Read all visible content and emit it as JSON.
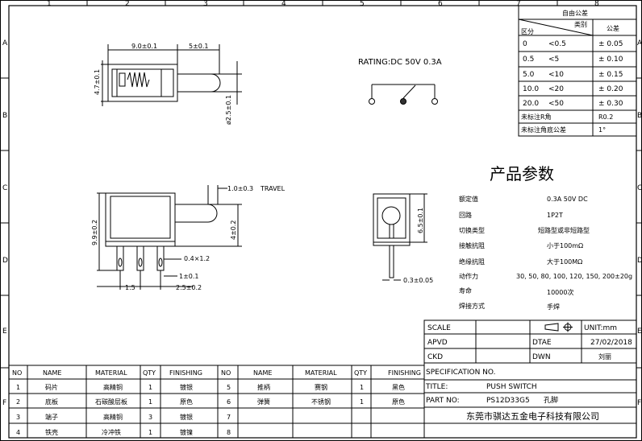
{
  "frame": {
    "cols": [
      "1",
      "2",
      "3",
      "4",
      "5",
      "6",
      "7",
      "8"
    ],
    "rows": [
      "A",
      "B",
      "C",
      "D",
      "E",
      "F"
    ]
  },
  "rating": "RATING:DC  50V  0.3A",
  "dims": {
    "d90": "9.0±0.1",
    "d50": "5±0.1",
    "d47": "4.7±0.1",
    "d25": "ø2.5±0.1",
    "d10": "1.0±0.3",
    "travel": "TRAVEL",
    "d99": "9.9±0.2",
    "d40": "4±0.2",
    "d04": "0.4×1.2",
    "d1": "1±0.1",
    "d15": "1.5",
    "d25b": "2.5±0.2",
    "d65": "6.5±0.1",
    "d03": "0.3±0.05"
  },
  "tolerance": {
    "title": "自由公差",
    "hdr_type": "类别",
    "hdr_range": "区分",
    "hdr_tol": "公差",
    "rows": [
      [
        "0",
        "<0.5",
        "± 0.05"
      ],
      [
        "0.5",
        "<5",
        "± 0.10"
      ],
      [
        "5.0",
        "<10",
        "± 0.15"
      ],
      [
        "10.0",
        "<20",
        "± 0.20"
      ],
      [
        "20.0",
        "<50",
        "± 0.30"
      ]
    ],
    "r_label": "未标注R角",
    "r_value": "R0.2",
    "a_label": "未标注角底公差",
    "a_value": "1°"
  },
  "params": {
    "title": "产品参数",
    "rows": [
      [
        "额定值",
        "0.3A  50V  DC"
      ],
      [
        "回路",
        "1P2T"
      ],
      [
        "切换类型",
        "短路型或非短路型"
      ],
      [
        "接触抗阻",
        "小于100mΩ"
      ],
      [
        "绝缘抗阻",
        "大于100MΩ"
      ],
      [
        "动作力",
        "30, 50, 80, 100, 120, 150, 200±20g"
      ],
      [
        "寿命",
        "10000次"
      ],
      [
        "焊接方式",
        "手焊"
      ]
    ]
  },
  "title_block": {
    "scale": "SCALE",
    "unit": "UNIT:mm",
    "apvd": "APVD",
    "dtae": "DTAE",
    "date": "27/02/2018",
    "ckd": "CKD",
    "dwn": "DWN",
    "drawer": "刘丽",
    "spec": "SPECIFICATION  NO.",
    "title_label": "TITLE:",
    "title_value": "PUSH  SWITCH",
    "part_label": "PART  NO:",
    "part_value": "PS12D33G5",
    "part_extra": "孔脚",
    "company": "东莞市骐达五金电子科技有限公司"
  },
  "bom": {
    "headers": [
      "NO",
      "NAME",
      "MATERIAL",
      "QTY",
      "FINISHING",
      "NO",
      "NAME",
      "MATERIAL",
      "QTY",
      "FINISHING"
    ],
    "rows": [
      [
        "1",
        "码片",
        "高精铜",
        "1",
        "镀银",
        "5",
        "推柄",
        "赛钢",
        "1",
        "黑色"
      ],
      [
        "2",
        "底板",
        "石碳酸层板",
        "1",
        "原色",
        "6",
        "弹簧",
        "不锈钢",
        "1",
        "原色"
      ],
      [
        "3",
        "端子",
        "高精铜",
        "3",
        "镀银",
        "7",
        "",
        "",
        "",
        ""
      ],
      [
        "4",
        "铁壳",
        "冷冲铁",
        "1",
        "镀镍",
        "8",
        "",
        "",
        "",
        ""
      ]
    ]
  }
}
